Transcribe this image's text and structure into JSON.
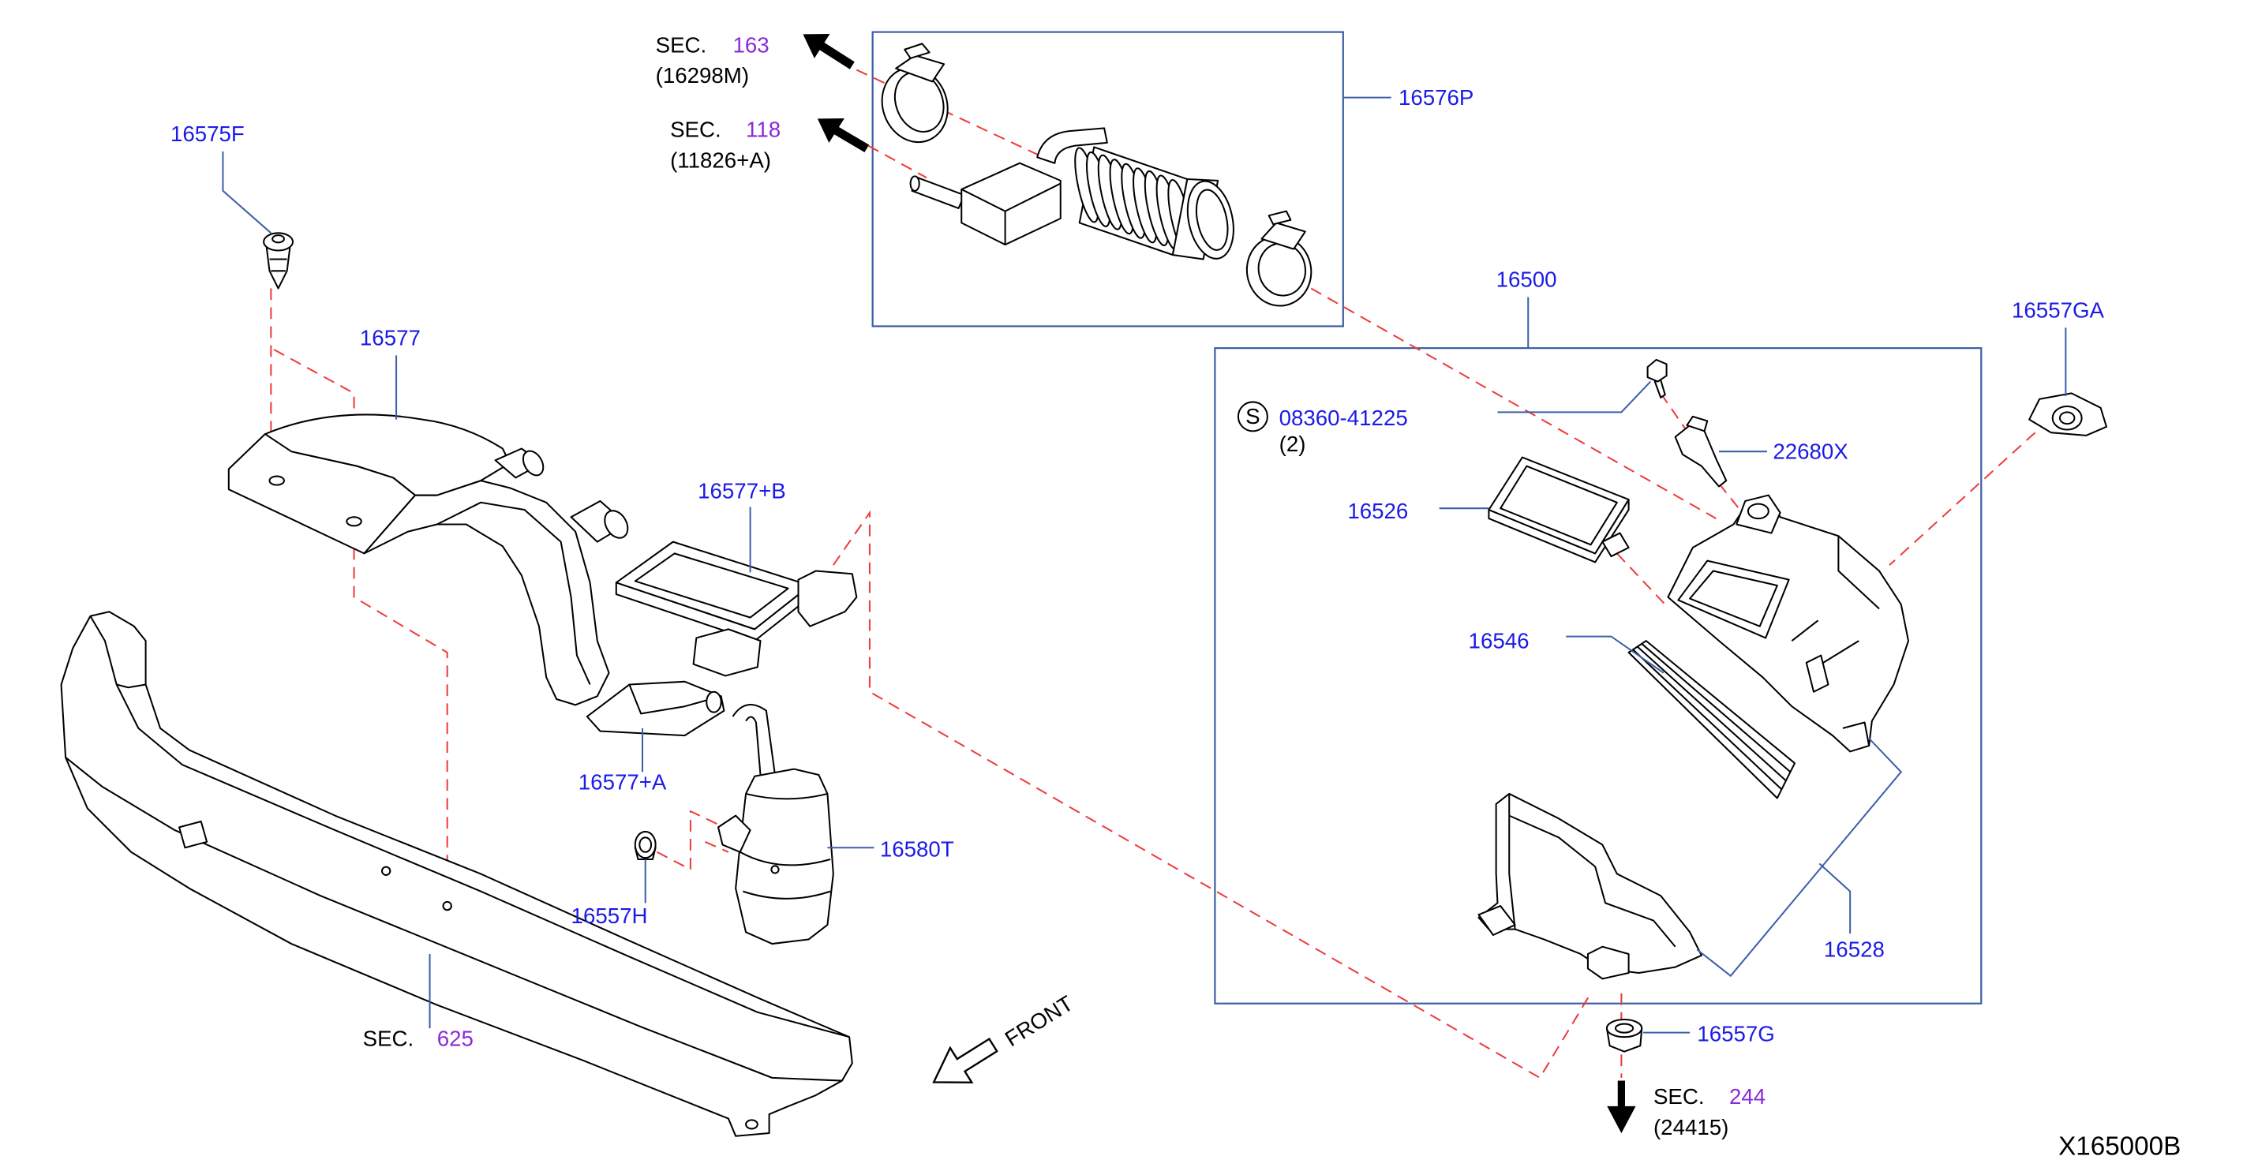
{
  "colors": {
    "callout": "#1b1be6",
    "section_link": "#8a2ad8",
    "leader": "#3d5fa6",
    "phantom_line": "#ef3b3b",
    "line_art": "#000000",
    "background": "#ffffff"
  },
  "icons": {
    "section_arrow": "arrow-icon",
    "front_arrow": "hollow-arrow-icon",
    "fastener_symbol": "circled-s-icon"
  },
  "sections": [
    {
      "prefix": "SEC.",
      "number": "163",
      "ref": "(16298M)"
    },
    {
      "prefix": "SEC.",
      "number": "118",
      "ref": "(11826+A)"
    },
    {
      "prefix": "SEC.",
      "number": "625"
    },
    {
      "prefix": "SEC.",
      "number": "244",
      "ref": "(24415)"
    }
  ],
  "callouts": [
    "16576P",
    "16575F",
    "16577",
    "16500",
    "16557GA",
    "22680X",
    "16526",
    "16577+B",
    "16546",
    "16577+A",
    "16580T",
    "16557H",
    "16528",
    "16557G"
  ],
  "fastener": {
    "symbol": "S",
    "part": "08360-41225",
    "qty": "(2)"
  },
  "front_label": "FRONT",
  "illustration_id": "X165000B"
}
